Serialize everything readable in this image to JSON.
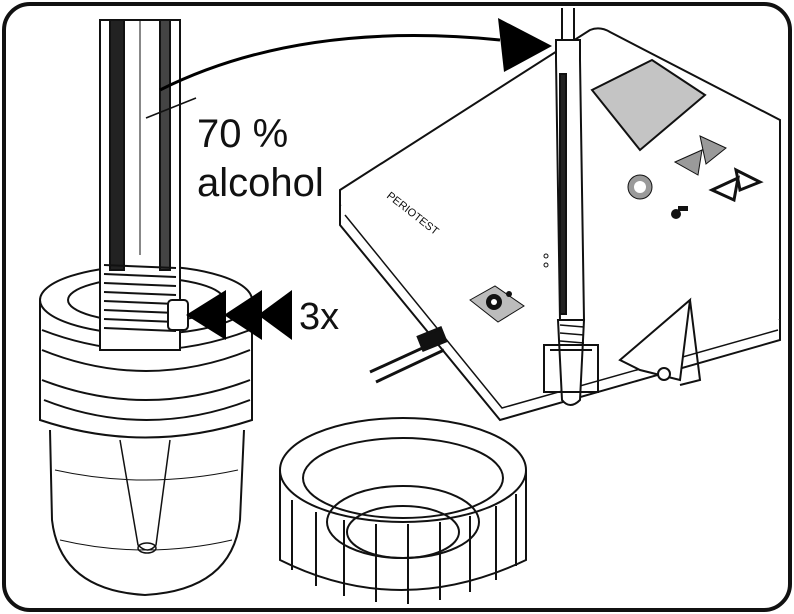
{
  "labels": {
    "concentration": "70 %",
    "liquid": "alcohol",
    "repeat": "3x",
    "device_brand": "PERIOTEST"
  },
  "colors": {
    "ink": "#111111",
    "panel_gray": "#c4c4c4",
    "arrow_black": "#000000",
    "arrow_gray": "#9a9a9a"
  },
  "icons": [
    "border-frame",
    "handpiece-rod",
    "specimen-jar",
    "screw-cap",
    "transfer-arrow",
    "push-arrow-icon",
    "periotest-device",
    "handpiece-in-holder",
    "nav-arrows-icon",
    "sun-icon",
    "key-icon",
    "power-icon",
    "cable"
  ]
}
